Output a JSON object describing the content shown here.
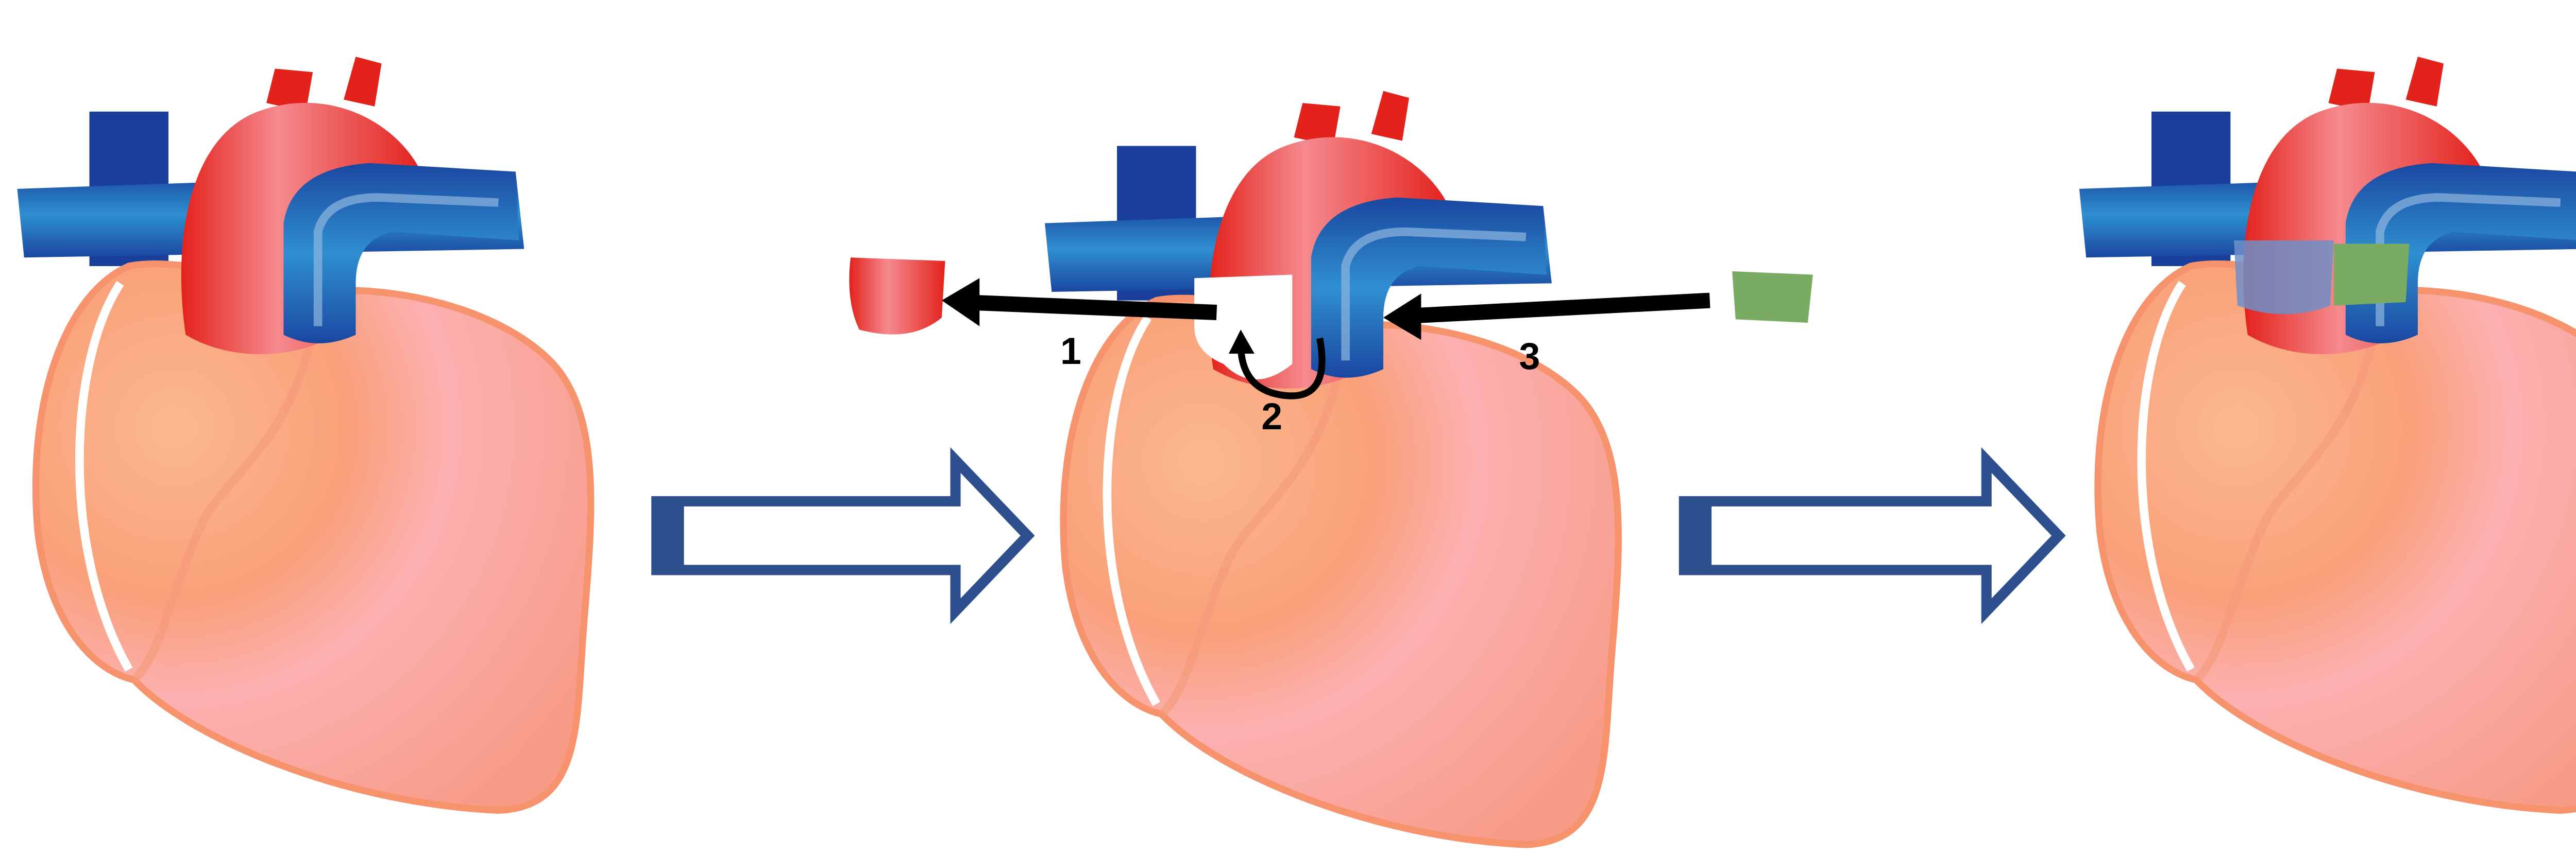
{
  "diagram": {
    "steps": [
      {
        "label": "1"
      },
      {
        "label": "2"
      },
      {
        "label": "3"
      }
    ],
    "colors": {
      "aorta": "#e3221c",
      "vessel_blue": "#1c4fa0",
      "heart_body": "#f9a08a",
      "graft": "#7aab62",
      "arrow_outline": "#2d4f8e",
      "arrow_black": "#000000"
    }
  }
}
